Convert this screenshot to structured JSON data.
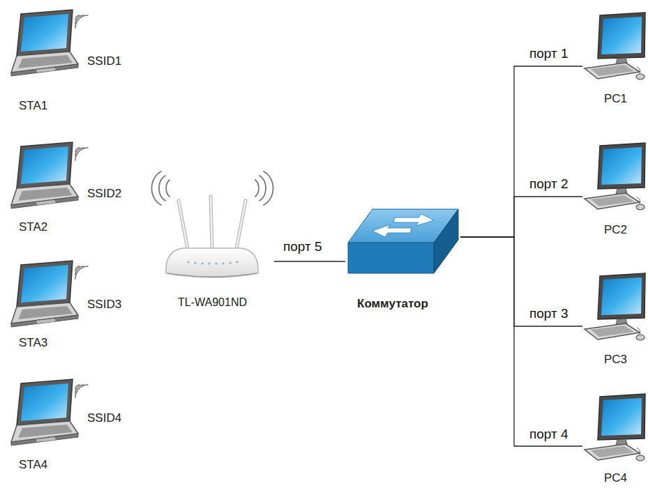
{
  "diagram": {
    "nodes": [
      {
        "text": [
          "SSID1",
          "STA1"
        ]
      },
      {
        "text": [
          "SSID2",
          "STA2"
        ]
      },
      {
        "text": [
          "SSID3",
          "STA3"
        ]
      },
      {
        "text": [
          "SSID4",
          "STA4"
        ]
      },
      {
        "text": [
          "TL-WA901ND"
        ]
      },
      {
        "text": [
          "Коммутатор"
        ]
      },
      {
        "text": [
          "PC1"
        ]
      },
      {
        "text": [
          "PC2"
        ]
      },
      {
        "text": [
          "PC3"
        ]
      },
      {
        "text": [
          "PC4"
        ]
      }
    ],
    "edges": [
      {
        "from": 4,
        "to": 5,
        "arrow": "none",
        "label": "порт 5"
      },
      {
        "from": 5,
        "to": 6,
        "arrow": "none",
        "label": "порт 1"
      },
      {
        "from": 5,
        "to": 7,
        "arrow": "none",
        "label": "порт 2"
      },
      {
        "from": 5,
        "to": 8,
        "arrow": "none",
        "label": "порт 3"
      },
      {
        "from": 5,
        "to": 9,
        "arrow": "none",
        "label": "порт 4"
      }
    ]
  }
}
